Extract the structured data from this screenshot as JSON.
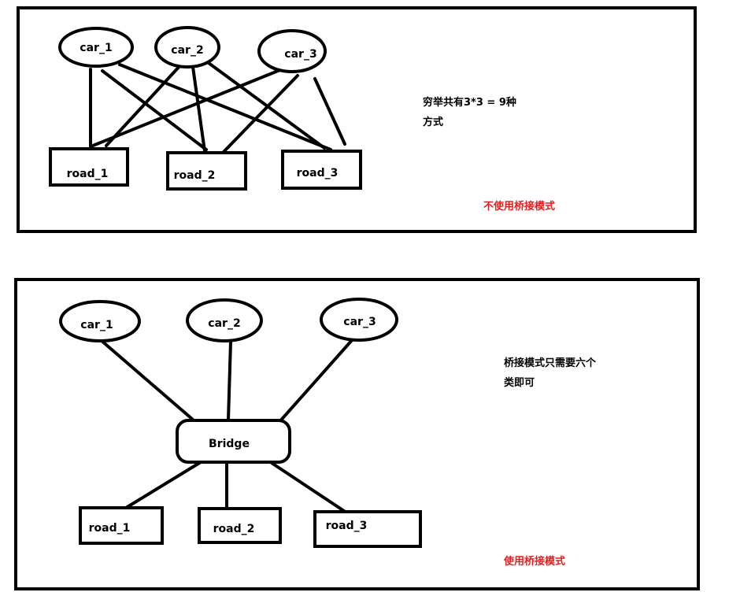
{
  "colors": {
    "stroke": "#000000",
    "note_red": "#e02020"
  },
  "panel_top": {
    "cars": [
      "car_1",
      "car_2",
      "car_3"
    ],
    "roads": [
      "road_1",
      "road_2",
      "road_3"
    ],
    "note_line1": "穷举共有3*3 = 9种",
    "note_line2": "方式",
    "caption": "不使用桥接模式"
  },
  "panel_bottom": {
    "cars": [
      "car_1",
      "car_2",
      "car_3"
    ],
    "bridge": "Bridge",
    "roads": [
      "road_1",
      "road_2",
      "road_3"
    ],
    "note_line1": "桥接模式只需要六个",
    "note_line2": "类即可",
    "caption": "使用桥接模式"
  }
}
